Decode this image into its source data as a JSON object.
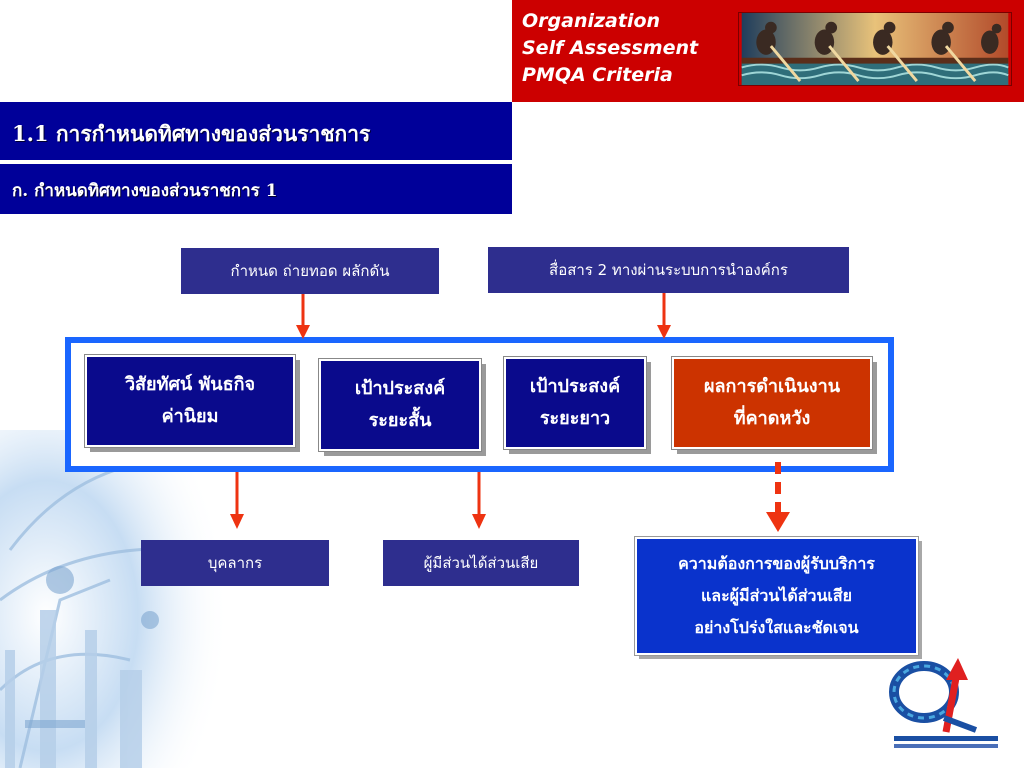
{
  "header": {
    "brand_lines": [
      "Organization",
      "Self Assessment",
      "PMQA Criteria"
    ],
    "title": "1.1  การกำหนดทิศทางของส่วนราชการ",
    "subtitle": "ก.  กำหนดทิศทางของส่วนราชการ  1"
  },
  "diagram": {
    "top_left": "กำหนด ถ่ายทอด ผลักดัน",
    "top_right": "สื่อสาร 2 ทางผ่านระบบการนำองค์กร",
    "cards": {
      "vision": [
        "วิสัยทัศน์ พันธกิจ",
        "ค่านิยม"
      ],
      "short_term": [
        "เป้าประสงค์",
        "ระยะสั้น"
      ],
      "long_term": [
        "เป้าประสงค์",
        "ระยะยาว"
      ],
      "expected": [
        "ผลการดำเนินงาน",
        "ที่คาดหวัง"
      ]
    },
    "bottom_left": "บุคลากร",
    "bottom_middle": "ผู้มีส่วนได้ส่วนเสีย",
    "bottom_right": [
      "ความต้องการของผู้รับบริการ",
      "และผู้มีส่วนได้ส่วนเสีย",
      "อย่างโปร่งใสและชัดเจน"
    ]
  },
  "colors": {
    "brand_red": "#cc0000",
    "title_navy": "#000099",
    "frame_blue": "#1a66ff",
    "card_blue": "#0a0a8c",
    "card_red": "#cc3300",
    "arrow_red": "#ee3311",
    "needs_blue": "#0a33cc"
  },
  "icons": {
    "banner": "rowing-team-illustration",
    "logo": "institute-logo"
  }
}
